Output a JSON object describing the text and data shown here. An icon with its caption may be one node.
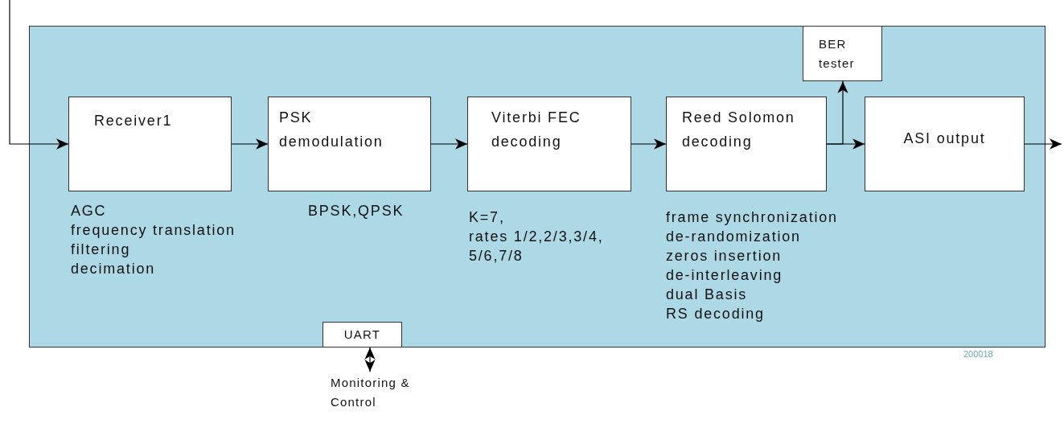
{
  "diagram": {
    "nodes": [
      {
        "text": [],
        "shape": "box"
      },
      {
        "text": [
          "Receiver1"
        ],
        "in": 0,
        "beside": [
          "AGC",
          "frequency translation",
          "filtering",
          "decimation"
        ]
      },
      {
        "text": [
          "PSK demodulation"
        ],
        "in": 0,
        "beside": [
          "BPSK,QPSK"
        ]
      },
      {
        "text": [
          "Viterbi FEC decoding"
        ],
        "in": 0,
        "beside": [
          "K=7,",
          "rates 1/2,2/3,3/4, 5/6,7/8"
        ]
      },
      {
        "text": [
          "Reed Solomon decoding"
        ],
        "in": 0,
        "beside": [
          "frame synchronization",
          "de-randomization",
          "zeros insertion",
          "de-interleaving",
          "dual Basis",
          "RS decoding"
        ]
      },
      {
        "text": [
          "BER tester"
        ],
        "in": 0
      },
      {
        "text": [
          "ASI output"
        ],
        "in": 0
      },
      {
        "text": [
          "UART"
        ],
        "in": 0
      },
      {
        "text": [
          "Monitoring & Control"
        ]
      }
    ],
    "edges": [
      {
        "from": null,
        "to": 1,
        "arrow": "to"
      },
      {
        "from": 1,
        "to": 2,
        "arrow": "to"
      },
      {
        "from": 2,
        "to": 3,
        "arrow": "to"
      },
      {
        "from": 3,
        "to": 4,
        "arrow": "to"
      },
      {
        "from": 4,
        "to": 6,
        "arrow": "to"
      },
      {
        "from": 4,
        "to": 5,
        "arrow": "to"
      },
      {
        "from": 6,
        "to": null,
        "arrow": "to"
      },
      {
        "from": 7,
        "to": 8,
        "arrow": "both"
      }
    ],
    "labels": [
      "200018"
    ]
  }
}
